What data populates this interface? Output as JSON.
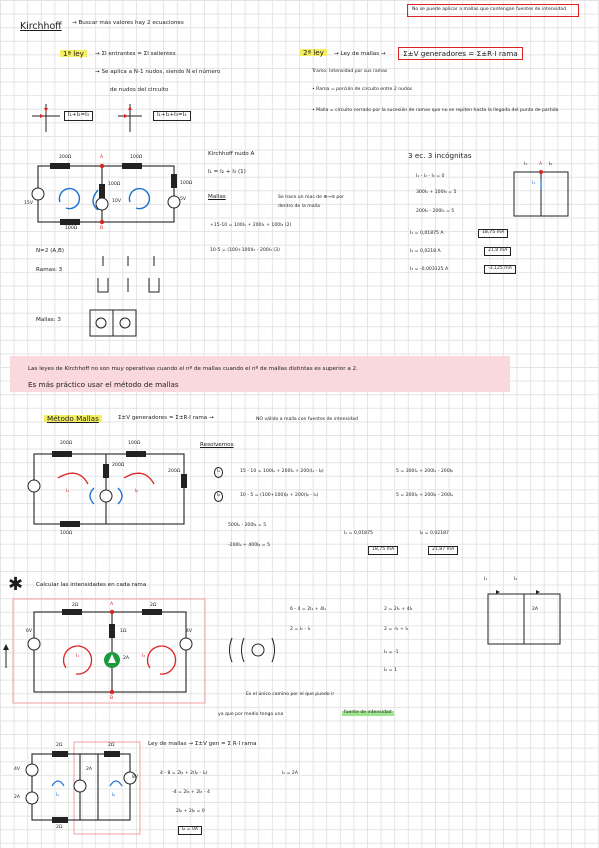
{
  "header": {
    "title": "Kirchhoff",
    "subtitle": "→ Buscar más valores hay 2 ecuaciones",
    "note": "No se puede aplicar a mallas que contengan fuentes de intensidad"
  },
  "law1": {
    "label": "1ª ley",
    "formula": "→ ΣI entrantes = ΣI salientes",
    "line2": "→ Se aplica a N-1 nudos, siendo N el número",
    "line3": "de nudos del circuito",
    "node_eq1": "I₁+I₂=I₃",
    "node_eq2": "I₁+I₂+I₃=I₄"
  },
  "law2": {
    "label": "2ª ley",
    "formula": "→ Ley de mallas →",
    "boxed": "Σ±V generadores = Σ±R·I rama",
    "def_tramo": "Tramo: Intensidad por sus ramas",
    "bullet_rama": "• Rama = porción de circuito entre 2 nudos",
    "bullet_malla": "• Malla = circuito cerrado por la sucesión de ramas que no se repiten hasta la llegada del punto de partida"
  },
  "circuit1": {
    "r_top_left": "200Ω",
    "r_top_right": "100Ω",
    "r_mid": "100Ω",
    "r_bottom": "100Ω",
    "node_a": "A",
    "node_b": "B",
    "v_left": "15V",
    "v_mid": "10V",
    "v_right": "5V",
    "r_right": "100Ω"
  },
  "counts": {
    "nudos": "N=2   (A,B)",
    "ramas": "Ramas: 3",
    "mallas": "Mallas: 3"
  },
  "kirchhoff_a": {
    "title": "Kirchhoff nudo A",
    "eq": "I₁ = I₂ + I₃        (1)",
    "mallas_label": "Mallas",
    "mallas_note": "Se hace un mas de ⊕→⊖ por dentro de la malla",
    "eq_m1": "+15-10 = 100I₁ + 200I₁ + 100I₃        (2)",
    "eq_m2": "10-5 = (100+100)I₂ - 200I₃              (3)"
  },
  "system3": {
    "title": "3 ec. 3 incógnitas",
    "eq1": "I₁ - I₂ - I₃ = 0",
    "eq2": "300I₁ + 100I₃ = 5",
    "eq3": "200I₂ - 200I₃ = 5",
    "res1": "I₁ = 0,01875 A",
    "res1_box": "18,75 mA",
    "res2": "I₂ = 0,0218 A",
    "res2_box": "21,8 mA",
    "res3": "I₃ = -0,003125 A",
    "res3_box": "-3,125 mA"
  },
  "mini_diagram": {
    "node": "A",
    "i1": "I₁",
    "i2": "I₂",
    "i3": "I₃"
  },
  "banner": {
    "line1": "Las leyes de Kirchhoff no son muy operativas cuando el nº de mallas cuando el nº de mallas distintas es superior a 2.",
    "line2": "Es más práctico usar el método de mallas"
  },
  "metodo": {
    "label": "Método Mallas",
    "formula": "Σ±V generadores = Σ±R·I rama →",
    "note": "NO válido a malla con fuentes de intensidad",
    "resolvemos": "Resolvemos",
    "ia": "Iₐ",
    "ib": "Iᵦ",
    "eqa": "15 - 10 = 100Iₐ + 200Iₐ + 200(Iₐ - Iᵦ)",
    "eqa_r": "5 = 300Iₐ + 200Iₐ - 200Iᵦ",
    "eqb": "10 - 5 = (100+100)Iᵦ + 200(Iᵦ - Iₐ)",
    "eqb_r": "5 = 200Iᵦ + 200Iᵦ - 200Iₐ",
    "sys1": "500Iₐ - 200Iᵦ = 5",
    "sys2": "-200Iₐ + 400Iᵦ = 5",
    "res_a": "Iₐ = 0,01875",
    "res_a_box": "18,75 mA",
    "res_b": "Iᵦ = 0,02187",
    "res_b_box": "21,87 mA"
  },
  "circuit2": {
    "r_top_left": "200Ω",
    "r_top_right": "100Ω",
    "r_mid": "200Ω",
    "r_right": "200Ω",
    "r_bottom": "100Ω",
    "ia": "Iₐ",
    "ib": "Iᵦ"
  },
  "calcular": {
    "title": "Calcular las intensidades en cada rama",
    "eq1": "6 - 4 = 2I₁ + 4I₁",
    "eq1r": "2 = 2I₁ + 4I₁",
    "eq2": "2 = I₂ - I₁",
    "eq2r": "2 = -I₁ + I₁",
    "res1": "I₁ = -1",
    "res2": "I₂ = 1",
    "mini_i1": "I₁",
    "mini_i2": "I₂",
    "mini_2a": "2A",
    "note1": "Es el único camino por el que puedo ir",
    "note2": "ya que por medio tengo una",
    "highlight": "fuente de intensidad"
  },
  "circuit3": {
    "r_top_left": "2Ω",
    "r_top_right": "2Ω",
    "r_mid": "1Ω",
    "node_a": "A",
    "node_b": "B",
    "v_left": "6V",
    "v_right": "4V",
    "i_source": "2A",
    "i1": "I₁",
    "i2": "I₂"
  },
  "ley_mallas": {
    "formula": "Ley de mallas → Σ±V gen = Σ R·I rama",
    "l1": "4 - 8 = 2Iᵦ + 2(Iᵦ - Iₐ)",
    "ia": "Iₐ = 2A",
    "l2": "-4 = 2Iᵦ + 2Iᵦ - 4",
    "l3": "2Iᵦ + 2Iᵦ = 0",
    "res": "Iᵦ = 0A"
  },
  "circuit4": {
    "r_top_left": "2Ω",
    "r_top_right": "2Ω",
    "r_bottom": "2Ω",
    "v_left": "4V",
    "v_right": "8V",
    "i_source": "2A",
    "ia": "Iₐ",
    "ib": "Iᵦ",
    "i_label": "2A"
  },
  "colors": {
    "accent_red": "#d22222",
    "accent_blue": "#1b6fd1",
    "accent_green": "#1a9a3a",
    "highlight_yellow": "#f4ee60",
    "highlight_pink": "#f6cfd2",
    "highlight_green": "#9be58c"
  }
}
